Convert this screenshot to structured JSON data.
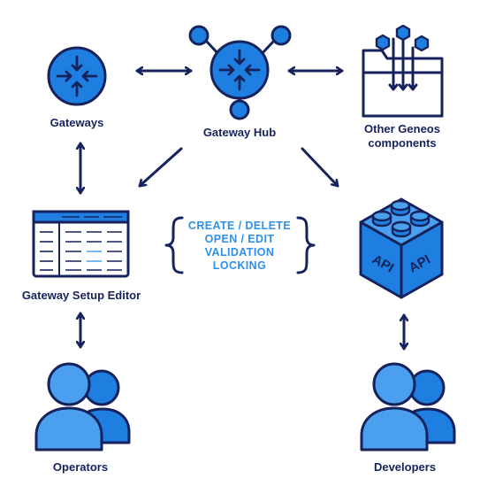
{
  "nodes": {
    "gateways": "Gateways",
    "gateway_hub": "Gateway Hub",
    "other_components_line1": "Other Geneos",
    "other_components_line2": "components",
    "setup_editor": "Gateway Setup Editor",
    "operators": "Operators",
    "developers": "Developers"
  },
  "operations": [
    "CREATE / DELETE",
    "OPEN / EDIT",
    "VALIDATION",
    "LOCKING"
  ],
  "api_labels": [
    "API",
    "API"
  ],
  "icons": [
    "router-icon",
    "hub-router-icon",
    "folder-icon",
    "table-icon",
    "lego-block-icon",
    "users-icon"
  ],
  "colors": {
    "navy": "#16225c",
    "blue": "#1f7fe0",
    "light_blue": "#4aa0ef",
    "text_blue": "#2f8fea"
  }
}
